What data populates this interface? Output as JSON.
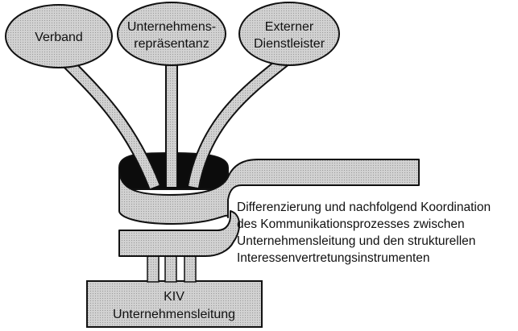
{
  "nodes": {
    "verband": {
      "lines": [
        "Verband"
      ]
    },
    "unternehmensrepraesentanz": {
      "lines": [
        "Unternehmens-",
        "repräsentanz"
      ]
    },
    "externer_dienstleister": {
      "lines": [
        "Externer",
        "Dienstleister"
      ]
    },
    "kiv": {
      "lines": [
        "KIV",
        "Unternehmensleitung"
      ]
    }
  },
  "caption": {
    "lines": [
      "Differenzierung und nachfolgend Koordination",
      "des Kommunikationsprozesses zwischen",
      "Unternehmensleitung und den strukturellen",
      "Interessenvertretungsinstrumenten"
    ]
  },
  "colors": {
    "shape_fill": "#d2d2d2",
    "outline": "#111111",
    "dark": "#0c0c0c"
  }
}
